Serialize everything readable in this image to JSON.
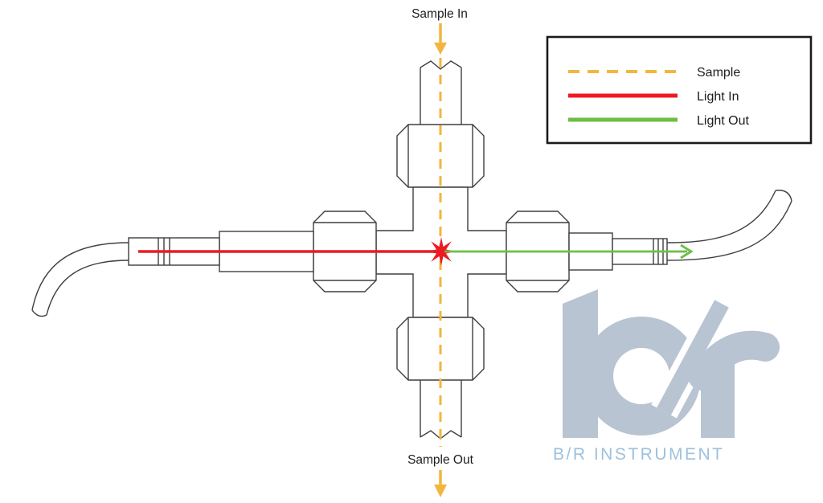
{
  "diagram": {
    "sample_in_label": "Sample In",
    "sample_out_label": "Sample Out"
  },
  "legend": {
    "items": [
      {
        "label": "Sample",
        "style": "dashed-orange"
      },
      {
        "label": "Light In",
        "style": "solid-red"
      },
      {
        "label": "Light Out",
        "style": "solid-green"
      }
    ]
  },
  "logo": {
    "monogram": "b/r",
    "wordmark": "B/R INSTRUMENT"
  },
  "colors": {
    "sample": "#F2B63F",
    "light_in": "#EC1B23",
    "light_out": "#6CBE45",
    "outline": "#3F3F3F",
    "legend_border": "#1A1A1A",
    "label_text": "#1D1D1D",
    "logo_mark": "#B8C4D2",
    "logo_text": "#9EC1DD"
  }
}
